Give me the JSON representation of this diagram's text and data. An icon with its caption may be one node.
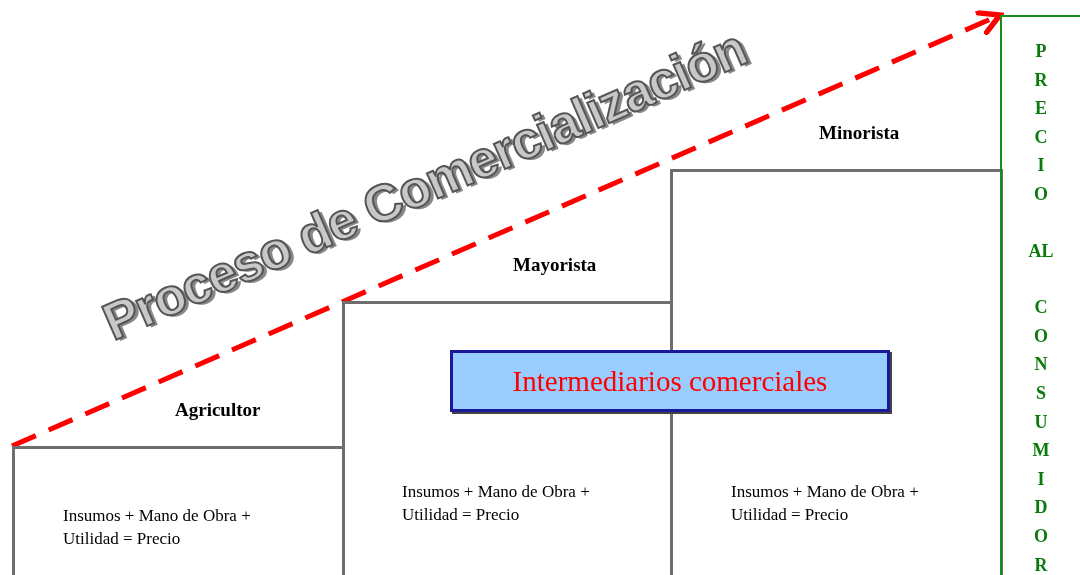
{
  "diagram": {
    "nodes": [
      {
        "text": [
          "Agricultor",
          "Insumos + Mano de Obra + Utilidad = Precio"
        ]
      },
      {
        "text": [
          "Mayorista",
          "Insumos + Mano de Obra + Utilidad = Precio"
        ]
      },
      {
        "text": [
          "Minorista",
          "Insumos + Mano de Obra + Utilidad = Precio"
        ]
      },
      {
        "text": [
          "Intermediarios comerciales"
        ]
      },
      {
        "text": [
          "PRECIO AL CONSUMIDOR"
        ]
      }
    ],
    "edges": [
      {
        "from": 0,
        "to": 4,
        "arrow": "to",
        "style": "dashed",
        "color": "#ff0000"
      }
    ],
    "labels": [
      "Proceso de Comercialización"
    ]
  }
}
